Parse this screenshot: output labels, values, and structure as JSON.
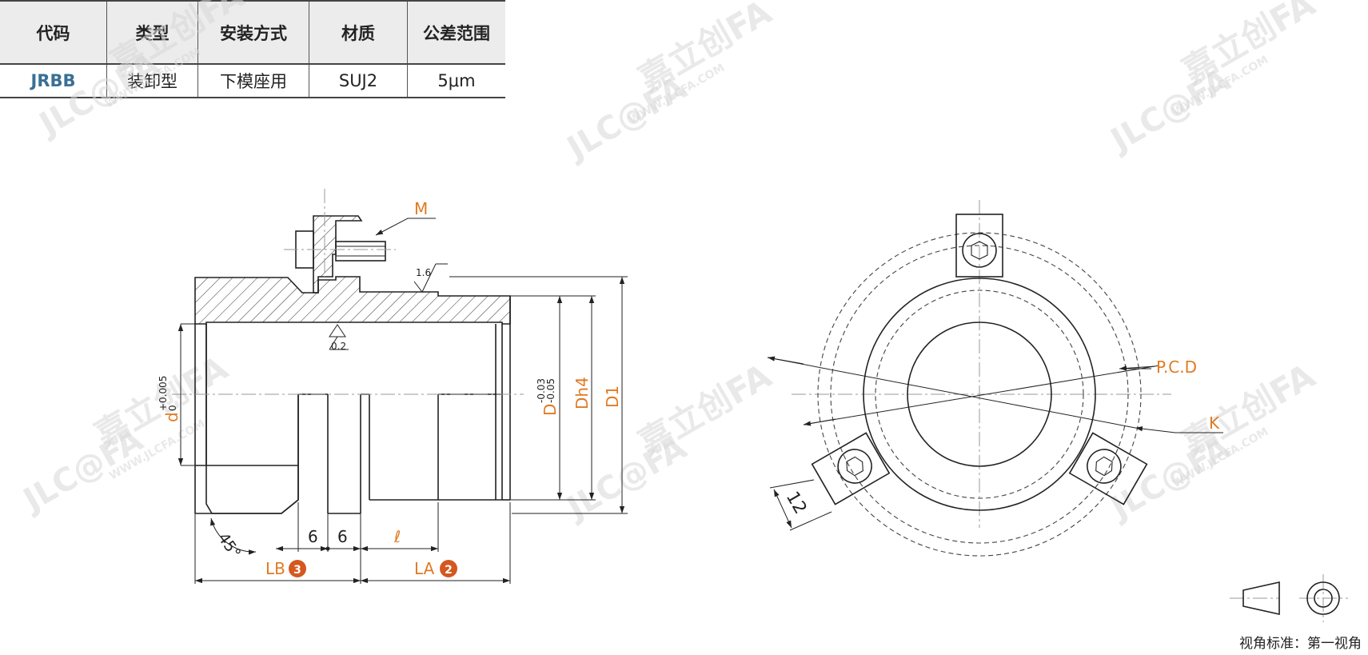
{
  "table": {
    "headers": [
      "代码",
      "类型",
      "安装方式",
      "材质",
      "公差范围"
    ],
    "row": [
      "JRBB",
      "装卸型",
      "下模座用",
      "SUJ2",
      "5μm"
    ]
  },
  "side_view": {
    "label_M": "M",
    "roughness_top": "1.6",
    "roughness_inner": "0.2",
    "label_d": "d",
    "tol_d_upper": "+0.005",
    "tol_d_lower": "0",
    "label_D": "D",
    "tol_D_upper": "-0.03",
    "tol_D_lower": "-0.05",
    "label_Dh4": "Dh4",
    "label_D1": "D1",
    "angle": "45°",
    "dim_6a": "6",
    "dim_6b": "6",
    "label_l": "ℓ",
    "label_LB": "LB",
    "badge_LB": "3",
    "label_LA": "LA",
    "badge_LA": "2"
  },
  "front_view": {
    "label_pcd": "P.C.D",
    "label_k": "K",
    "dim_12": "12"
  },
  "projection": {
    "label": "视角标准：第一视角"
  },
  "watermark": {
    "brand": "JLC@FA",
    "cn": "嘉立创FA",
    "url": "WWW.JLCFA.COM"
  },
  "colors": {
    "accent": "#e07b22",
    "badge": "#d4581f",
    "code": "#3b6f95"
  }
}
